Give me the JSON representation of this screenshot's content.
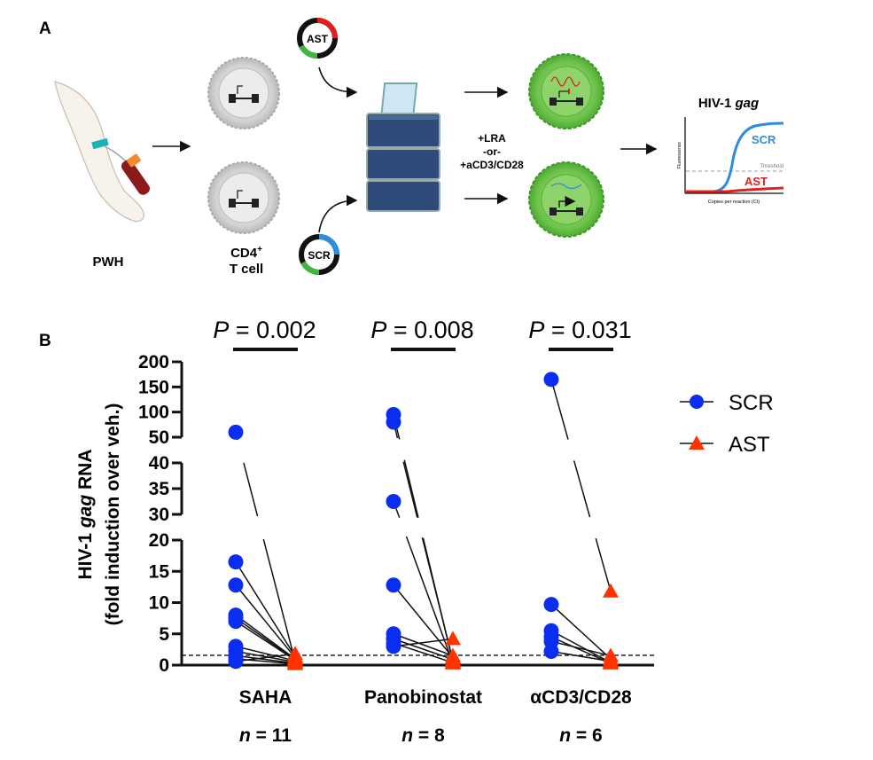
{
  "panel_a": {
    "label": "A",
    "pwh_label": "PWH",
    "cell_label_line1": "CD4",
    "cell_label_sup": "+",
    "cell_label_line2": "T cell",
    "ast_plasmid": "AST",
    "scr_plasmid": "SCR",
    "treat_line1": "+LRA",
    "treat_line2": "-or-",
    "treat_line3": "+aCD3/CD28",
    "inset_title_prefix": "HIV-1 ",
    "inset_title_gene": "gag",
    "inset_scr": "SCR",
    "inset_ast": "AST",
    "inset_threshold": "Threshold",
    "inset_ylabel": "Fluorescence",
    "inset_xlabel": "Copies per reaction (Ct)",
    "colors": {
      "scr": "#2b8ce0",
      "ast": "#e02020",
      "cell_green": "#6cc24a",
      "cell_gray": "#d8d8d8",
      "box_blue": "#2d4a7a"
    }
  },
  "panel_b": {
    "label": "B",
    "legend": [
      {
        "name": "SCR",
        "marker": "circle",
        "color": "#0a2df0"
      },
      {
        "name": "AST",
        "marker": "triangle",
        "color": "#ff3300"
      }
    ],
    "ylabel_prefix": "HIV-1 ",
    "ylabel_gene": "gag",
    "ylabel_suffix": " RNA",
    "ylabel_line2": "(fold induction over veh.)",
    "groups": [
      {
        "name": "SAHA",
        "n_label": "n",
        "n_value": " = 11",
        "p_italic": "P",
        "p_value": " = 0.002"
      },
      {
        "name": "Panobinostat",
        "n_label": "n",
        "n_value": " = 8",
        "p_italic": "P",
        "p_value": " = 0.008"
      },
      {
        "name": "αCD3/CD28",
        "n_label": "n",
        "n_value": " = 6",
        "p_italic": "P",
        "p_value": " = 0.031"
      }
    ]
  },
  "chart_data": {
    "type": "scatter",
    "description_axis": "y",
    "categories": [
      "SAHA",
      "Panobinostat",
      "αCD3/CD28"
    ],
    "y_axis_segments": [
      {
        "range": [
          0,
          20
        ],
        "ticks": [
          0,
          5,
          10,
          15,
          20
        ]
      },
      {
        "range": [
          30,
          40
        ],
        "ticks": [
          30,
          35,
          40
        ]
      },
      {
        "range": [
          50,
          200
        ],
        "ticks": [
          50,
          100,
          150,
          200
        ]
      }
    ],
    "reference_lines": [
      1
    ],
    "series": [
      {
        "name": "SCR",
        "values": [
          [
            60,
            16.5,
            12.8,
            8.0,
            7.5,
            7.0,
            3.0,
            2.2,
            1.5,
            1.0,
            0.6
          ],
          [
            95,
            80,
            32.5,
            12.8,
            5.0,
            4.2,
            3.5,
            3.0
          ],
          [
            165,
            9.7,
            5.5,
            4.5,
            3.8,
            2.2
          ]
        ]
      },
      {
        "name": "AST",
        "values": [
          [
            1.8,
            1.4,
            1.2,
            1.0,
            0.9,
            0.8,
            0.7,
            0.6,
            0.5,
            0.3,
            0.2
          ],
          [
            4.2,
            1.5,
            1.2,
            0.9,
            0.7,
            0.5,
            0.4,
            0.3
          ],
          [
            11.8,
            1.5,
            1.0,
            0.6,
            0.4,
            0.3
          ]
        ]
      }
    ],
    "pairs": [
      [
        [
          60,
          0.6
        ],
        [
          16.5,
          1.4
        ],
        [
          12.8,
          1.2
        ],
        [
          8.0,
          1.0
        ],
        [
          7.5,
          0.9
        ],
        [
          7.0,
          0.8
        ],
        [
          3.0,
          0.7
        ],
        [
          2.2,
          0.5
        ],
        [
          1.5,
          0.3
        ],
        [
          1.0,
          0.2
        ],
        [
          0.6,
          1.8
        ]
      ],
      [
        [
          95,
          0.5
        ],
        [
          80,
          0.7
        ],
        [
          32.5,
          0.3
        ],
        [
          12.8,
          1.2
        ],
        [
          5.0,
          1.5
        ],
        [
          4.2,
          0.9
        ],
        [
          3.5,
          0.4
        ],
        [
          3.0,
          4.2
        ]
      ],
      [
        [
          165,
          11.8
        ],
        [
          9.7,
          1.0
        ],
        [
          5.5,
          0.4
        ],
        [
          4.5,
          0.3
        ],
        [
          3.8,
          1.5
        ],
        [
          2.2,
          0.6
        ]
      ]
    ],
    "p_values": [
      "0.002",
      "0.008",
      "0.031"
    ],
    "n": [
      11,
      8,
      6
    ]
  }
}
